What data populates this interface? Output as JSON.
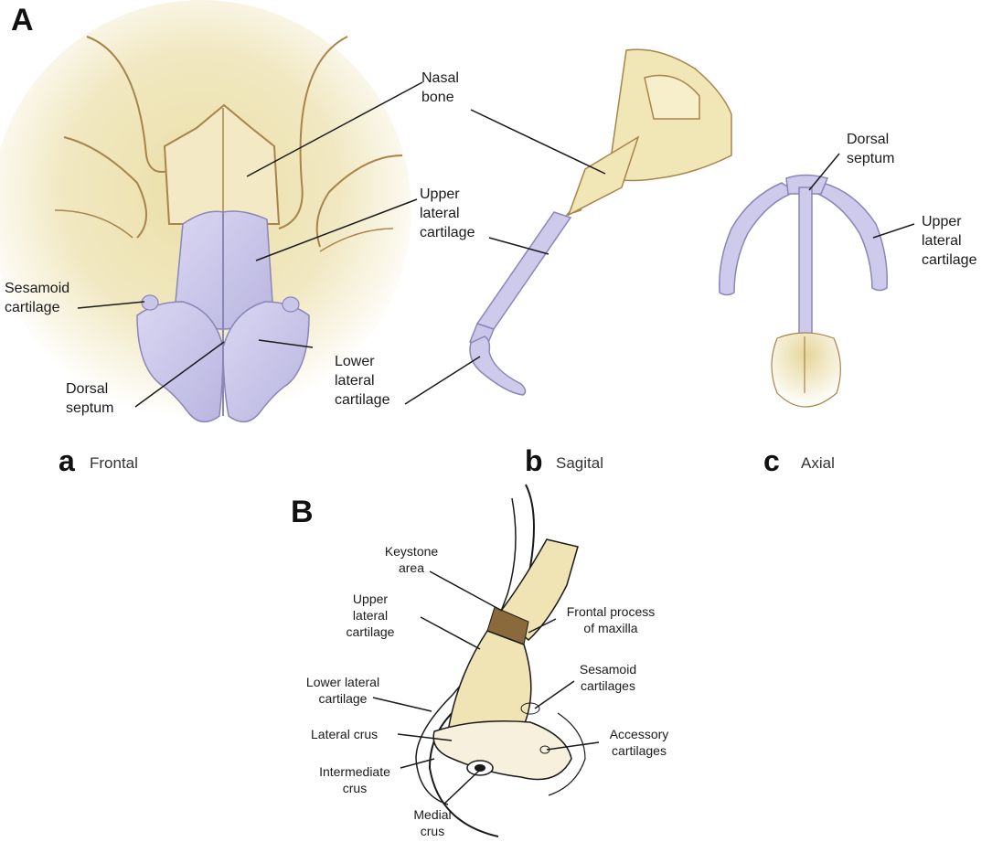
{
  "panel_A": {
    "letter": "A",
    "labels": {
      "nasal_bone": "Nasal\nbone",
      "upper_lateral_frontal": "Upper\nlateral\ncartilage",
      "sesamoid": "Sesamoid\ncartilage",
      "dorsal_septum_frontal": "Dorsal\nseptum",
      "lower_lateral": "Lower\nlateral\ncartilage",
      "dorsal_septum_axial": "Dorsal\nseptum",
      "upper_lateral_axial": "Upper\nlateral\ncartilage"
    },
    "views": [
      {
        "letter": "a",
        "name": "Frontal"
      },
      {
        "letter": "b",
        "name": "Sagital"
      },
      {
        "letter": "c",
        "name": "Axial"
      }
    ]
  },
  "panel_B": {
    "letter": "B",
    "labels": {
      "keystone": "Keystone\narea",
      "upper_lateral": "Upper\nlateral\ncartilage",
      "frontal_process": "Frontal process\nof maxilla",
      "sesamoid": "Sesamoid\ncartilages",
      "lower_lateral": "Lower lateral\ncartilage",
      "lateral_crus": "Lateral crus",
      "accessory": "Accessory\ncartilages",
      "intermediate_crus": "Intermediate\ncrus",
      "medial_crus": "Medial\ncrus"
    }
  },
  "colors": {
    "bone": "#f2e6bb",
    "bone_outline": "#a8844a",
    "cartilage": "#c9c6ea",
    "cartilage_outline": "#8a86b8",
    "leader": "#1a1a1a"
  }
}
